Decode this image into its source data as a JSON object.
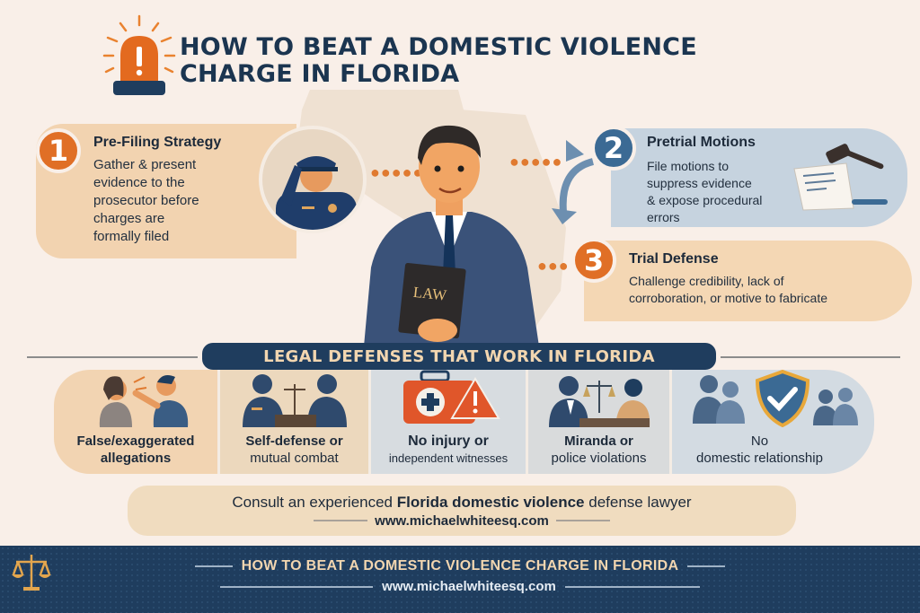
{
  "header": {
    "title_line1": "HOW TO BEAT A DOMESTIC VIOLENCE",
    "title_line2": "CHARGE IN FLORIDA",
    "icon": "siren-alert-icon"
  },
  "steps": [
    {
      "number": "1",
      "title": "Pre-Filing Strategy",
      "description_lines": [
        "Gather & present",
        "evidence to the",
        "prosecutor before",
        "charges are",
        "formally filed"
      ],
      "color": "#e06f26",
      "illustration": "police-officer-saluting"
    },
    {
      "number": "2",
      "title": "Pretrial Motions",
      "description_lines": [
        "File motions to",
        "suppress evidence",
        "& expose procedural",
        "errors"
      ],
      "color": "#3b6a94",
      "illustration": "gavel-and-document"
    },
    {
      "number": "3",
      "title": "Trial Defense",
      "description_lines": [
        "Challenge credibility, lack of",
        "corroboration, or motive to fabricate"
      ],
      "color": "#e06f26"
    }
  ],
  "center_figure": {
    "book_label": "LAW",
    "illustration": "lawyer-holding-law-book"
  },
  "defenses": {
    "banner": "LEGAL DEFENSES THAT WORK IN FLORIDA",
    "items": [
      {
        "line1": "False/exaggerated",
        "line2": "allegations",
        "icon": "argument-icon"
      },
      {
        "line1": "Self-defense or",
        "line2": "mutual combat",
        "icon": "scales-officer-icon"
      },
      {
        "line1": "No injury or",
        "line2": "independent witnesses",
        "icon": "first-aid-warning-icon"
      },
      {
        "line1": "Miranda or",
        "line2": "police violations",
        "icon": "scales-interview-icon"
      },
      {
        "line1": "No",
        "line2": "domestic relationship",
        "icon": "shield-check-icon"
      }
    ]
  },
  "consult": {
    "prefix": "Consult an experienced ",
    "bold": "Florida domestic violence",
    "suffix": " defense lawyer",
    "url": "www.michaelwhiteesq.com"
  },
  "footer": {
    "title": "HOW TO BEAT A DOMESTIC VIOLENCE CHARGE IN FLORIDA",
    "url": "www.michaelwhiteesq.com",
    "icon": "scales-of-justice-icon"
  },
  "colors": {
    "background": "#f9efe8",
    "navy": "#1f3d5e",
    "orange": "#e06f26",
    "blue": "#3b6a94",
    "peach": "#f2d3b0",
    "gold": "#f2d6b0"
  }
}
